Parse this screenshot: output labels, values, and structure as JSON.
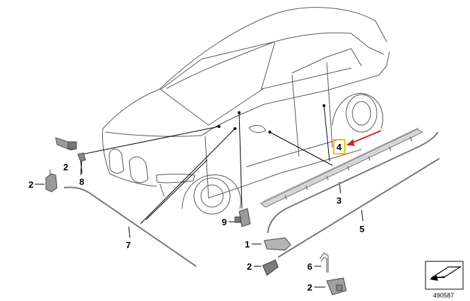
{
  "callouts": {
    "c1": "1",
    "c2a": "2",
    "c2b": "2",
    "c2c": "2",
    "c2d": "2",
    "c3": "3",
    "c4": "4",
    "c5": "5",
    "c6": "6",
    "c7": "7",
    "c8": "8",
    "c9": "9"
  },
  "doc_id": "490587",
  "highlight": {
    "part": "4",
    "box_color": "#f2c200",
    "arrow_color": "#e02020"
  },
  "icon": "page-corner-arrow-icon"
}
